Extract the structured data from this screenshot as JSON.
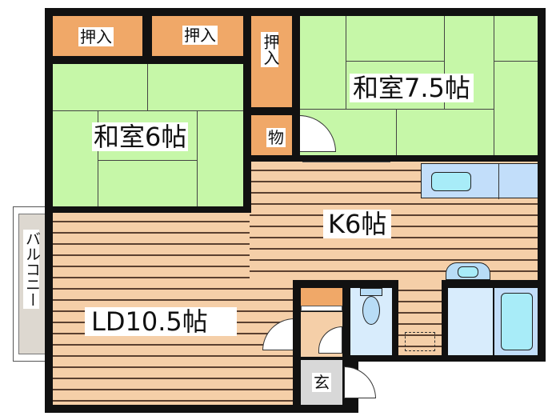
{
  "floorplan": {
    "rooms": {
      "washitsu_6": {
        "label": "和室6帖"
      },
      "washitsu_7_5": {
        "label": "和室7.5帖"
      },
      "kitchen": {
        "label": "K6帖"
      },
      "ld": {
        "label": "LD10.5帖"
      },
      "entrance": {
        "label": "玄"
      },
      "storage": {
        "label": "物"
      },
      "balcony": {
        "label": "バルコニー"
      }
    },
    "closets": [
      {
        "label": "押入"
      },
      {
        "label": "押入"
      },
      {
        "label": "押入"
      }
    ],
    "colors": {
      "tatami": "#c6f7a8",
      "closet": "#f0a868",
      "wood_floor": "#f5cfa8",
      "wet_area": "#d8ecfc",
      "fixture": "#b8dcf6",
      "entrance": "#d8d8d8",
      "wall": "#111111"
    }
  }
}
